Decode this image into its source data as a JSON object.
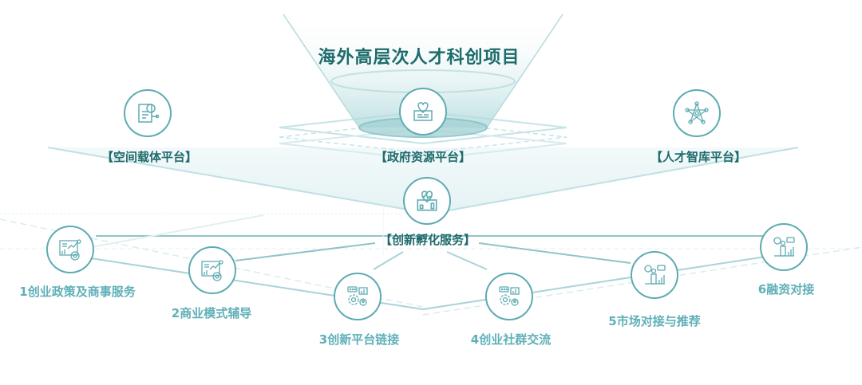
{
  "title": "海外高层次人才科创项目",
  "platforms": [
    {
      "label": "【空间载体平台】",
      "icon": "document-network-icon"
    },
    {
      "label": "【政府资源平台】",
      "icon": "heart-book-icon"
    },
    {
      "label": "【人才智库平台】",
      "icon": "network-nodes-icon"
    }
  ],
  "center": {
    "label": "【创新孵化服务】",
    "icon": "heart-chart-icon"
  },
  "services": [
    {
      "label": "1创业政策及商事服务",
      "icon": "chart-report-icon"
    },
    {
      "label": "2商业模式辅导",
      "icon": "chart-report-icon"
    },
    {
      "label": "3创新平台链接",
      "icon": "gear-chat-icon"
    },
    {
      "label": "4创业社群交流",
      "icon": "gear-chat-icon"
    },
    {
      "label": "5市场对接与推荐",
      "icon": "people-chart-icon"
    },
    {
      "label": "6融资对接",
      "icon": "people-chart-icon"
    }
  ],
  "colors": {
    "dark": "#1f6a6c",
    "light": "#5fb0b8",
    "line": "#9fcfd3"
  }
}
